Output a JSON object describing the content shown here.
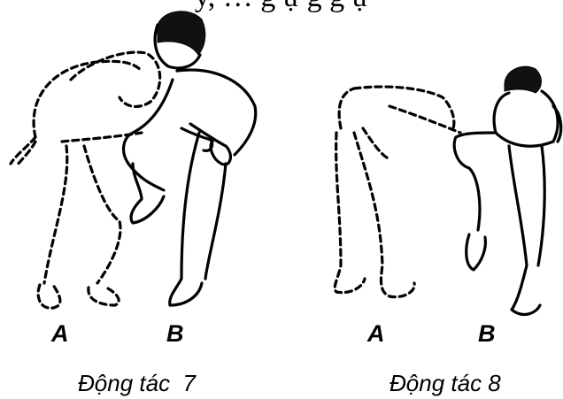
{
  "header_fragment": "y, … g ự g g ự",
  "figures": [
    {
      "label_left": "A",
      "label_right": "B",
      "caption": "Động tác  7"
    },
    {
      "label_left": "A",
      "label_right": "B",
      "caption": "Động tác 8"
    }
  ]
}
